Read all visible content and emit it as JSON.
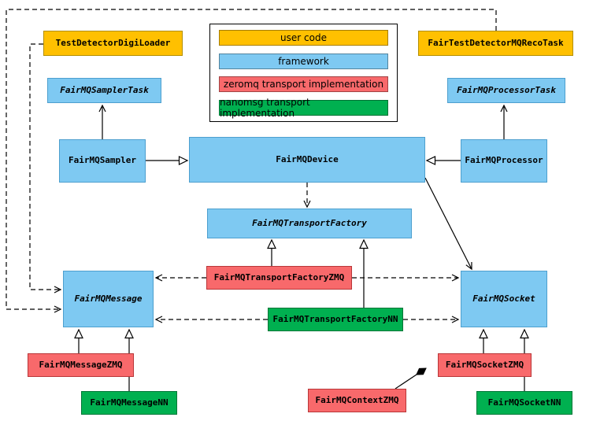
{
  "diagram": {
    "type": "uml-class-diagram",
    "subject": "FairMQ framework class relationships"
  },
  "colors": {
    "user_code": "#FFC000",
    "framework": "#7EC9F2",
    "zeromq": "#F8696B",
    "nanomsg": "#00B050"
  },
  "legend": {
    "items": [
      {
        "label": "user code",
        "color": "#FFC000"
      },
      {
        "label": "framework",
        "color": "#7EC9F2"
      },
      {
        "label": "zeromq transport implementation",
        "color": "#F8696B"
      },
      {
        "label": "nanomsg transport implementation",
        "color": "#00B050"
      }
    ]
  },
  "nodes": {
    "digiLoader": {
      "label": "TestDetectorDigiLoader",
      "category": "user code",
      "abstract": false
    },
    "recoTask": {
      "label": "FairTestDetectorMQRecoTask",
      "category": "user code",
      "abstract": false
    },
    "samplerTask": {
      "label": "FairMQSamplerTask",
      "category": "framework",
      "abstract": true
    },
    "processorTask": {
      "label": "FairMQProcessorTask",
      "category": "framework",
      "abstract": true
    },
    "sampler": {
      "label": "FairMQSampler",
      "category": "framework",
      "abstract": false
    },
    "device": {
      "label": "FairMQDevice",
      "category": "framework",
      "abstract": false
    },
    "processor": {
      "label": "FairMQProcessor",
      "category": "framework",
      "abstract": false
    },
    "transportFactory": {
      "label": "FairMQTransportFactory",
      "category": "framework",
      "abstract": true
    },
    "transportFactoryZMQ": {
      "label": "FairMQTransportFactoryZMQ",
      "category": "zeromq",
      "abstract": false
    },
    "transportFactoryNN": {
      "label": "FairMQTransportFactoryNN",
      "category": "nanomsg",
      "abstract": false
    },
    "message": {
      "label": "FairMQMessage",
      "category": "framework",
      "abstract": true
    },
    "socket": {
      "label": "FairMQSocket",
      "category": "framework",
      "abstract": true
    },
    "messageZMQ": {
      "label": "FairMQMessageZMQ",
      "category": "zeromq",
      "abstract": false
    },
    "messageNN": {
      "label": "FairMQMessageNN",
      "category": "nanomsg",
      "abstract": false
    },
    "contextZMQ": {
      "label": "FairMQContextZMQ",
      "category": "zeromq",
      "abstract": false
    },
    "socketZMQ": {
      "label": "FairMQSocketZMQ",
      "category": "zeromq",
      "abstract": false
    },
    "socketNN": {
      "label": "FairMQSocketNN",
      "category": "nanomsg",
      "abstract": false
    }
  },
  "edges": [
    {
      "from": "sampler",
      "to": "samplerTask",
      "type": "association"
    },
    {
      "from": "processor",
      "to": "processorTask",
      "type": "association"
    },
    {
      "from": "sampler",
      "to": "device",
      "type": "inheritance"
    },
    {
      "from": "processor",
      "to": "device",
      "type": "inheritance"
    },
    {
      "from": "device",
      "to": "transportFactory",
      "type": "dependency"
    },
    {
      "from": "transportFactoryZMQ",
      "to": "transportFactory",
      "type": "inheritance"
    },
    {
      "from": "transportFactoryNN",
      "to": "transportFactory",
      "type": "inheritance"
    },
    {
      "from": "transportFactoryZMQ",
      "to": "message",
      "type": "dependency"
    },
    {
      "from": "transportFactoryZMQ",
      "to": "socket",
      "type": "dependency"
    },
    {
      "from": "transportFactoryNN",
      "to": "message",
      "type": "dependency"
    },
    {
      "from": "transportFactoryNN",
      "to": "socket",
      "type": "dependency"
    },
    {
      "from": "device",
      "to": "socket",
      "type": "association"
    },
    {
      "from": "messageZMQ",
      "to": "message",
      "type": "inheritance"
    },
    {
      "from": "messageNN",
      "to": "message",
      "type": "inheritance"
    },
    {
      "from": "socketZMQ",
      "to": "socket",
      "type": "inheritance"
    },
    {
      "from": "socketNN",
      "to": "socket",
      "type": "inheritance"
    },
    {
      "from": "socketZMQ",
      "to": "contextZMQ",
      "type": "composition"
    },
    {
      "from": "digiLoader",
      "to": "message",
      "type": "dependency"
    },
    {
      "from": "recoTask",
      "to": "message",
      "type": "dependency"
    }
  ]
}
